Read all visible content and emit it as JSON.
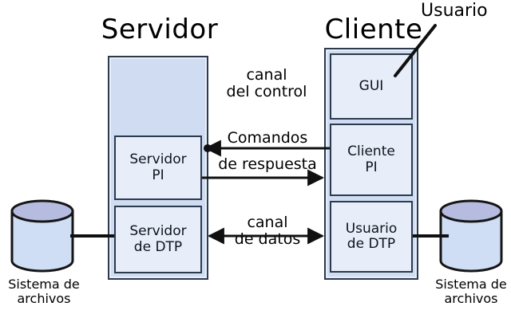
{
  "diagram": {
    "type": "architecture-diagram",
    "language": "es",
    "titles": {
      "server": "Servidor",
      "client": "Cliente"
    },
    "callout": {
      "user_label": "Usuario"
    },
    "server_modules": [
      {
        "id": "servidor-pi",
        "label": "Servidor\nPI"
      },
      {
        "id": "servidor-dtp",
        "label": "Servidor\nde DTP"
      }
    ],
    "client_modules": [
      {
        "id": "gui",
        "label": "GUI"
      },
      {
        "id": "cliente-pi",
        "label": "Cliente\nPI"
      },
      {
        "id": "usuario-dtp",
        "label": "Usuario\nde DTP"
      }
    ],
    "connections": [
      {
        "id": "control-channel",
        "label": "canal\ndel control",
        "direction": "none"
      },
      {
        "id": "comandos",
        "label": "Comandos",
        "direction": "left",
        "from": "cliente-pi",
        "to": "servidor-pi"
      },
      {
        "id": "respuesta",
        "label": "de respuesta",
        "direction": "right",
        "from": "servidor-pi",
        "to": "cliente-pi"
      },
      {
        "id": "data-channel",
        "label": "canal\nde datos",
        "direction": "both",
        "from": "servidor-dtp",
        "to": "usuario-dtp"
      }
    ],
    "storage": [
      {
        "id": "filesystem-left",
        "label": "Sistema de\narchivos",
        "side": "left"
      },
      {
        "id": "filesystem-right",
        "label": "Sistema de\narchivos",
        "side": "right"
      }
    ],
    "colors": {
      "outer_fill": "#cfdcf2",
      "inner_fill": "#e7eefa",
      "stroke": "#2b3a4d",
      "cylinder_top": "#b5bce0",
      "cylinder_body": "#cfddf5",
      "wire": "#101010"
    }
  }
}
